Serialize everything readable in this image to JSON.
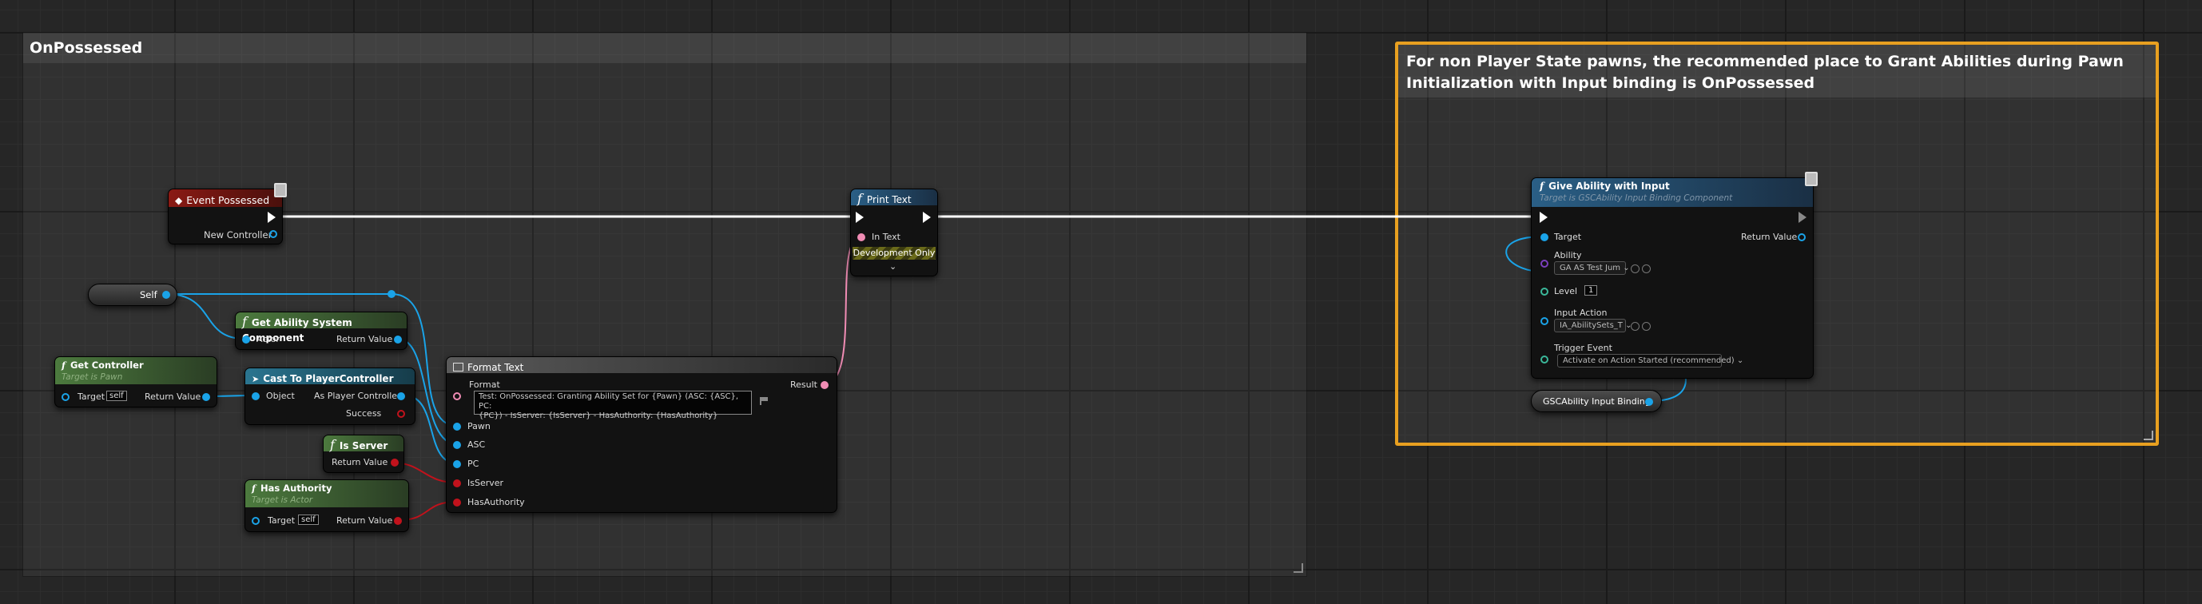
{
  "comments": {
    "left_title": "OnPossessed",
    "right_title": "For non Player State pawns, the recommended place to Grant Abilities during Pawn Initialization with Input binding is OnPossessed"
  },
  "event_possessed": {
    "title": "Event Possessed",
    "new_controller_label": "New Controller"
  },
  "self_node": {
    "label": "Self"
  },
  "get_asc": {
    "title": "Get Ability System Component",
    "actor_label": "Actor",
    "return_label": "Return Value"
  },
  "get_controller": {
    "title": "Get Controller",
    "subtitle": "Target is Pawn",
    "target_label": "Target",
    "target_value": "self",
    "return_label": "Return Value"
  },
  "cast": {
    "title": "Cast To PlayerController",
    "object_label": "Object",
    "as_pc_label": "As Player Controller",
    "success_label": "Success"
  },
  "is_server": {
    "title": "Is Server",
    "return_label": "Return Value"
  },
  "has_authority": {
    "title": "Has Authority",
    "subtitle": "Target is Actor",
    "target_label": "Target",
    "target_value": "self",
    "return_label": "Return Value"
  },
  "format_text": {
    "title": "Format Text",
    "format_label": "Format",
    "format_value_line1": "Test: OnPossessed: Granting Ability Set for {Pawn} (ASC: {ASC}, PC:",
    "format_value_line2": "{PC}) - IsServer: {IsServer} - HasAuthority: {HasAuthority}",
    "result_label": "Result",
    "args": [
      "Pawn",
      "ASC",
      "PC",
      "IsServer",
      "HasAuthority"
    ]
  },
  "print_text": {
    "title": "Print Text",
    "in_text_label": "In Text",
    "dev_only": "Development Only"
  },
  "give_ability": {
    "title": "Give Ability with Input",
    "subtitle": "Target is GSCAbility Input Binding Component",
    "target_label": "Target",
    "return_label": "Return Value",
    "ability_label": "Ability",
    "ability_value": "GA AS Test Jum",
    "level_label": "Level",
    "level_value": "1",
    "input_action_label": "Input Action",
    "input_action_value": "IA_AbilitySets_T",
    "trigger_event_label": "Trigger Event",
    "trigger_event_value": "Activate on Action Started (recommended)"
  },
  "binding_node": {
    "label": "GSCAbility Input Binding"
  },
  "colors": {
    "exec": "#ffffff",
    "object": "#1aa3e8",
    "text": "#f08cb4",
    "bool": "#c1121c",
    "comment_highlight": "#e8a020",
    "event_header": "#8a1a14",
    "pure_header": "#4c7a3e",
    "impure_header": "#2a5f86"
  },
  "icons": {
    "event": "event-diamond-icon",
    "function": "function-f-icon",
    "cast": "cast-arrow-icon",
    "format": "format-text-icon",
    "network": "network-replication-icon"
  }
}
